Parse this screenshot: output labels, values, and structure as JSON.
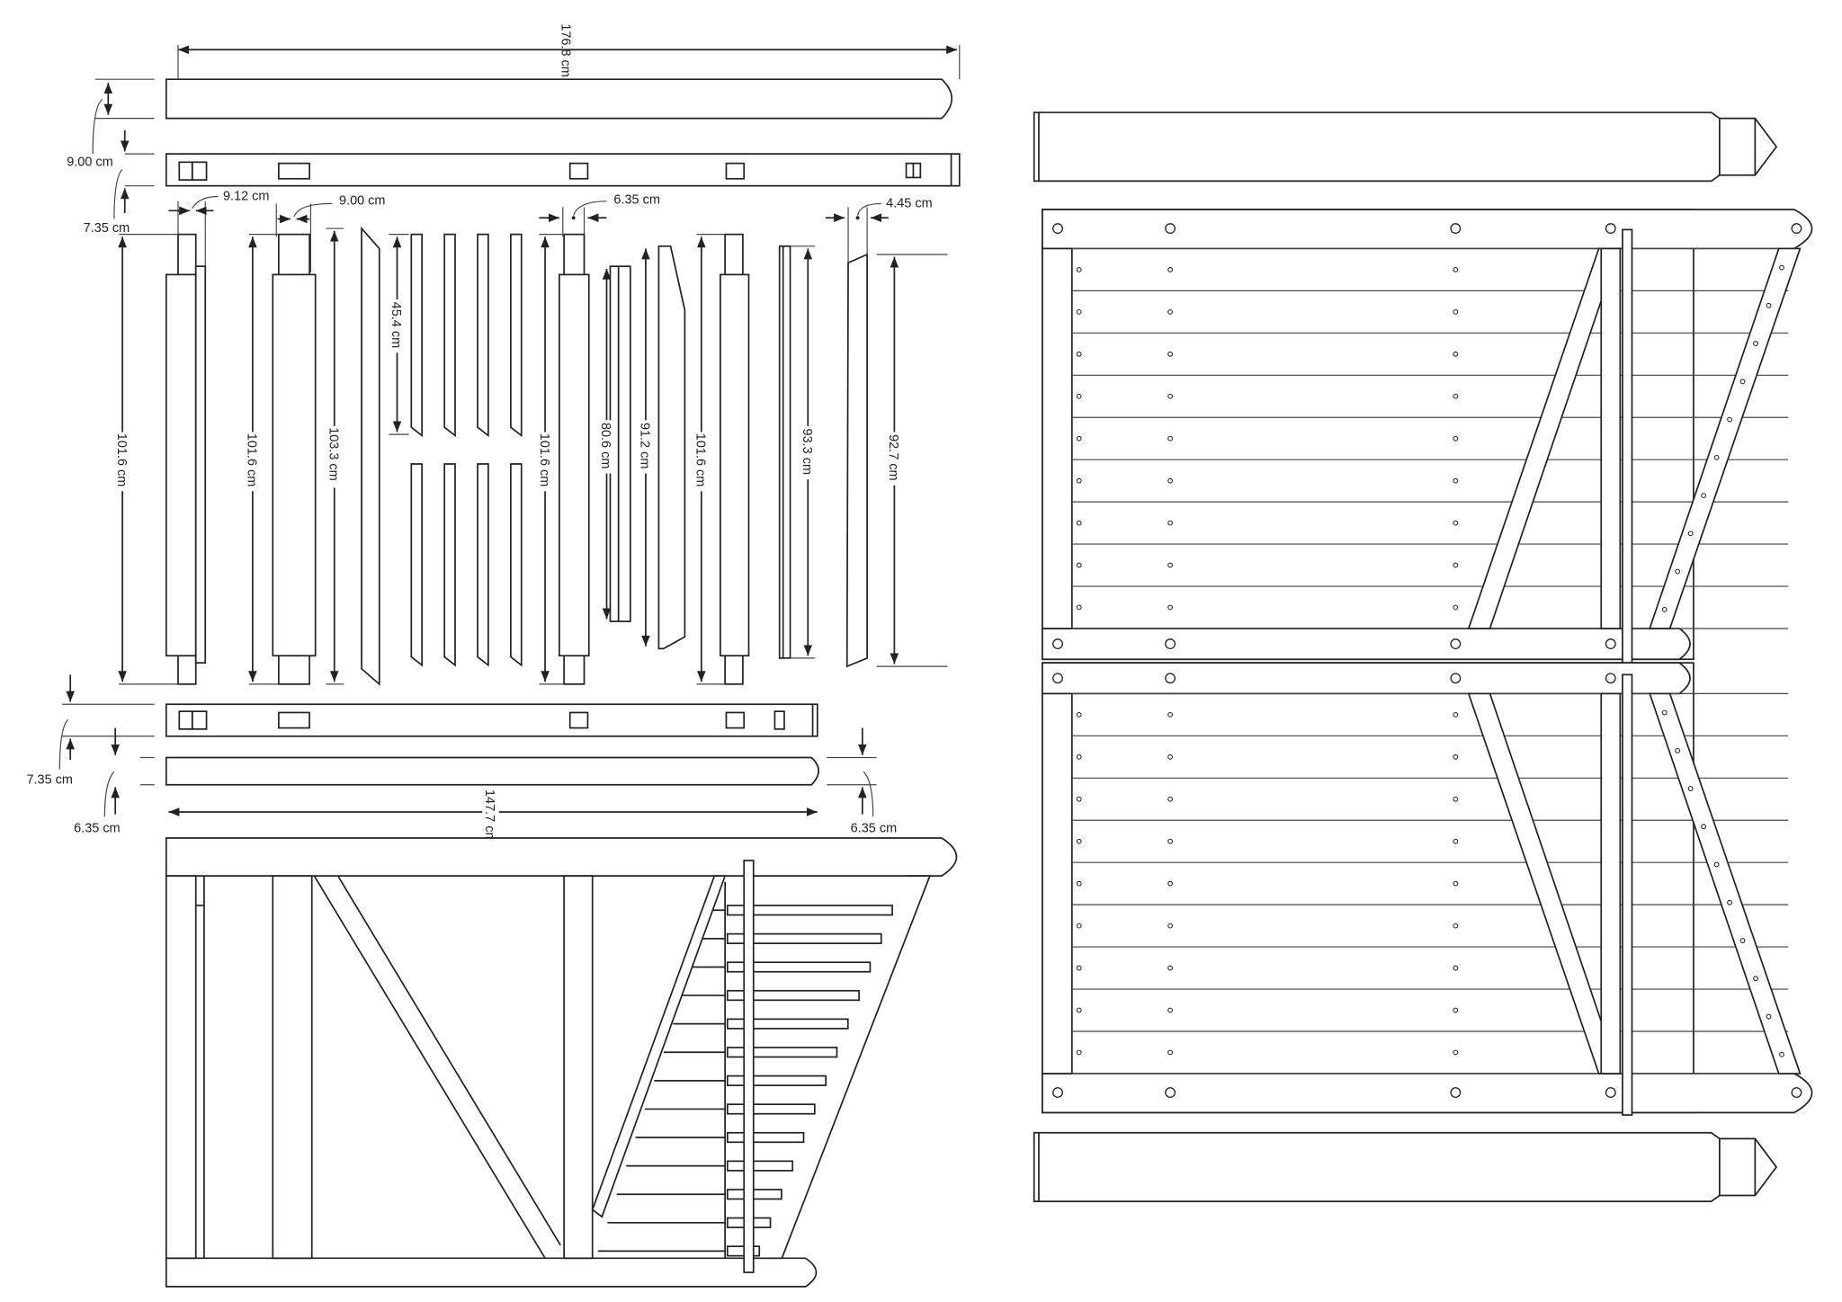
{
  "dimensions": {
    "top_rail_length": "176.8 cm",
    "top_rail_height": "9.00 cm",
    "mortise_rail_height_top": "7.35 cm",
    "stile_1_width": "9.12 cm",
    "stile_2_width": "9.00 cm",
    "stile_3_width": "6.35 cm",
    "brace_width": "4.45 cm",
    "stile_1_length": "101.6 cm",
    "stile_2_length": "101.6 cm",
    "brace_long_length": "103.3 cm",
    "short_slat_length": "45.4 cm",
    "stile_3_length": "101.6 cm",
    "rail_806_length": "80.6 cm",
    "tapered_912_length": "91.2 cm",
    "stile_4_length": "101.6 cm",
    "bar_933_length": "93.3 cm",
    "slant_927_length": "92.7 cm",
    "mortise_rail_height_bottom": "7.35 cm",
    "bottom_rod_height_left": "6.35 cm",
    "bottom_rod_height_right": "6.35 cm",
    "bottom_rod_length": "147.7 cm"
  },
  "colors": {
    "line": "#222222",
    "background": "#ffffff"
  }
}
